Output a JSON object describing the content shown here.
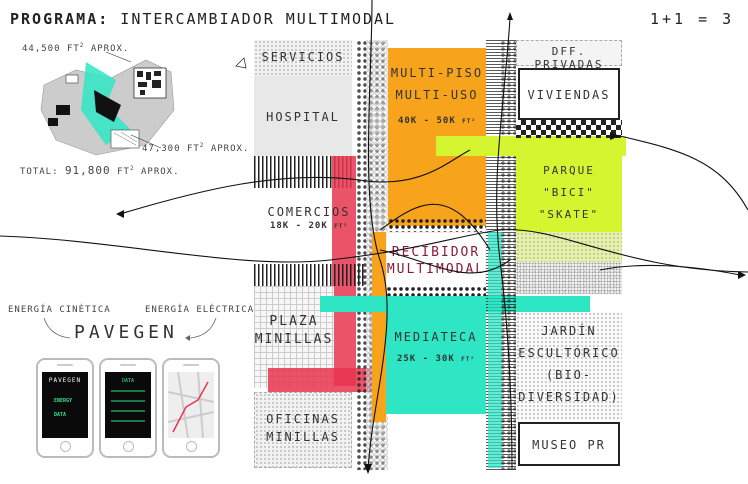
{
  "header": {
    "title_bold": "PROGRAMA:",
    "title_rest": " INTERCAMBIADOR MULTIMODAL",
    "formula": "1+1 = 3"
  },
  "site": {
    "area_top": "44,500",
    "area_mid": "47,300",
    "unit": "FT",
    "unit_sup": "2",
    "aprox": "APROX.",
    "total_label": "TOTAL:",
    "total_value": "91,800"
  },
  "energy": {
    "kinetic": "ENERGÍA CINÉTICA",
    "electric": "ENERGÍA ELÉCTRICA",
    "brand": "PAVEGEN",
    "phone1_title": "PAVEGEN",
    "phone1_items": [
      "ENERGY",
      "DATA"
    ],
    "phone2_title": "DATA"
  },
  "blocks": {
    "servicios": "SERVICIOS",
    "hospital": "HOSPITAL",
    "comercios": "COMERCIOS",
    "comercios_area": "18K - 20K",
    "comercios_unit": "FT²",
    "plaza": [
      "PLAZA",
      "MINILLAS"
    ],
    "oficinas": [
      "OFICINAS",
      "MINILLAS"
    ],
    "multipiso": [
      "MULTI-PISO",
      "MULTI-USO"
    ],
    "multipiso_area": "40K - 50K",
    "multipiso_unit": "FT²",
    "recibidor": [
      "RECIBIDOR",
      "MULTIMODAL"
    ],
    "mediateca": "MEDIATECA",
    "mediateca_area": "25K - 30K",
    "mediateca_unit": "FT²",
    "edif_privadas": "DFF. PRIVADAS",
    "viviendas": "VIVIENDAS",
    "parque": [
      "PARQUE",
      "\"BICI\"",
      "\"SKATE\""
    ],
    "jardin": [
      "JARDÍN",
      "ESCULTÓRICO",
      "(BIO-",
      "DIVERSIDAD)"
    ],
    "museo": "MUSEO PR"
  },
  "colors": {
    "orange": "#f7a31c",
    "lime": "#d6f531",
    "red": "#e8354f",
    "teal": "#2ee6c4",
    "maroon": "#8a1a3a"
  }
}
